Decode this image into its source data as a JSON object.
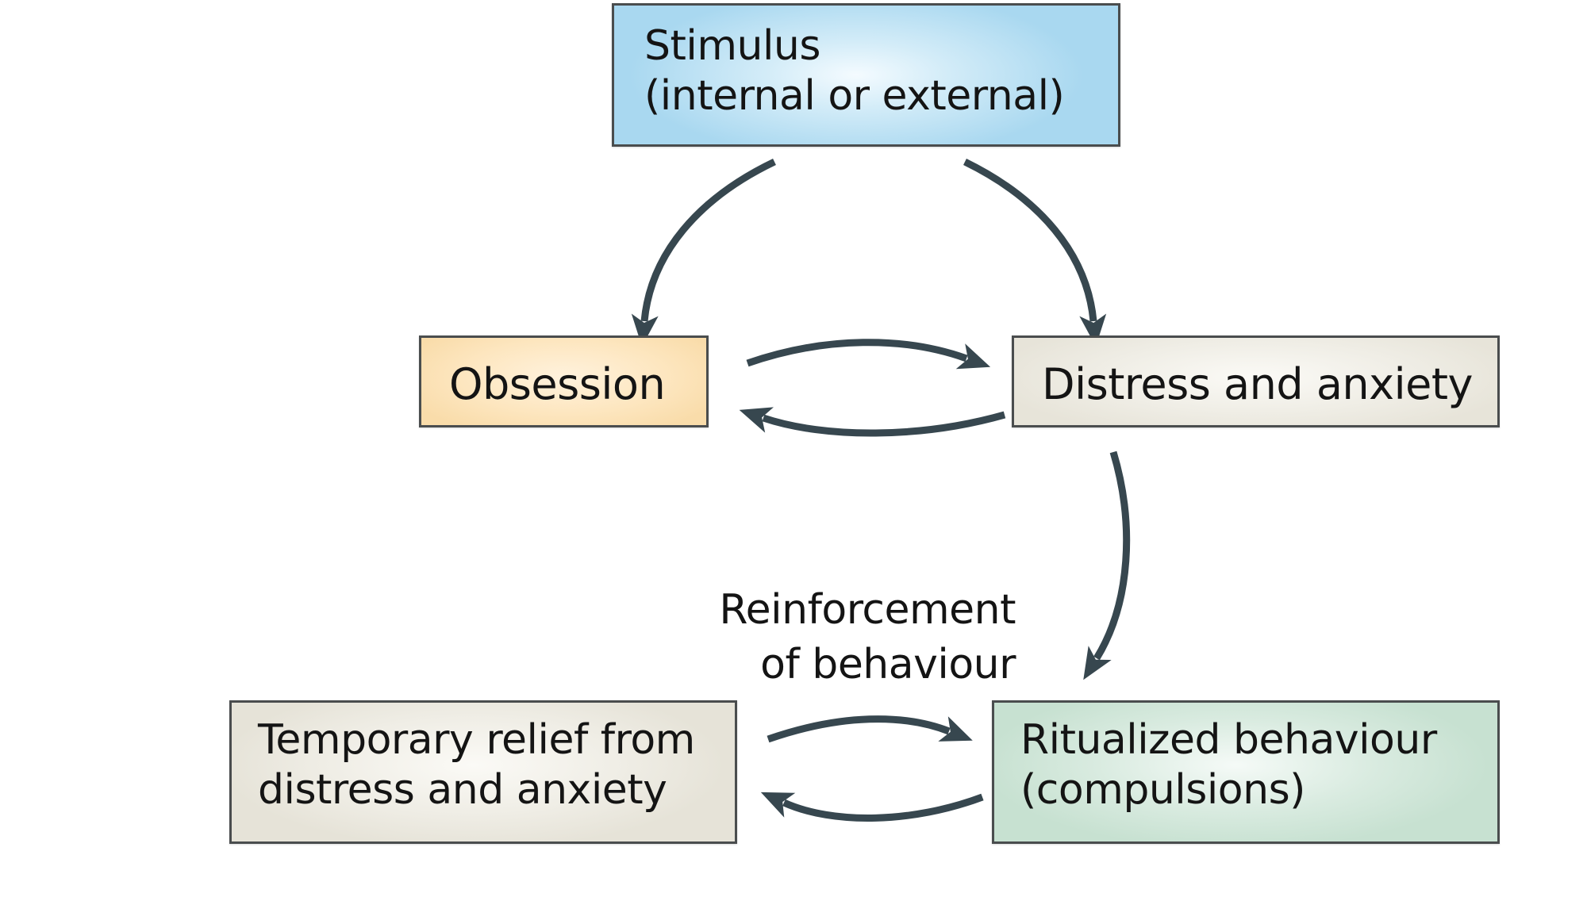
{
  "diagram": {
    "nodes": {
      "stimulus": {
        "line1": "Stimulus",
        "line2": "(internal or external)"
      },
      "obsession": {
        "line1": "Obsession"
      },
      "distress": {
        "line1": "Distress and anxiety"
      },
      "temporary_relief": {
        "line1": "Temporary relief from",
        "line2": "distress and anxiety"
      },
      "ritualized": {
        "line1": "Ritualized behaviour",
        "line2": "(compulsions)"
      }
    },
    "labels": {
      "reinforcement": {
        "line1": "Reinforcement",
        "line2": "of behaviour"
      }
    },
    "edges": [
      {
        "from": "stimulus",
        "to": "obsession"
      },
      {
        "from": "stimulus",
        "to": "distress"
      },
      {
        "from": "obsession",
        "to": "distress"
      },
      {
        "from": "distress",
        "to": "obsession"
      },
      {
        "from": "distress",
        "to": "ritualized"
      },
      {
        "from": "temporary_relief",
        "to": "ritualized",
        "label": "reinforcement"
      },
      {
        "from": "ritualized",
        "to": "temporary_relief"
      }
    ],
    "colors": {
      "stimulus": "#a9d8f0",
      "obsession": "#fde6bf",
      "distress": "#efede5",
      "temporary_relief": "#efede5",
      "ritualized": "#d4e8dc",
      "arrow": "#37474f",
      "border": "#4a4d4e",
      "text": "#141414"
    }
  }
}
